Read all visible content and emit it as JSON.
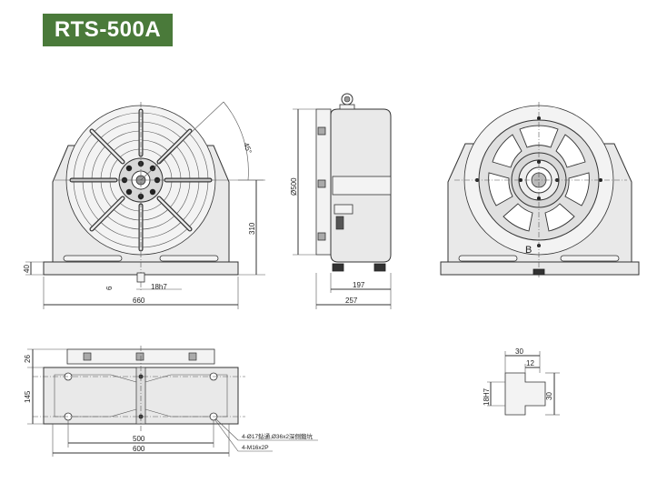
{
  "model": "RTS-500A",
  "dimensions": {
    "front_angle": "45°",
    "front_height": "310",
    "base_height": "40",
    "slot_offset": "6",
    "slot_key": "18h7",
    "overall_width": "660",
    "side_diameter": "Ø500",
    "side_depth_1": "197",
    "side_depth_2": "257",
    "rear_label": "B",
    "plan_height_1": "26",
    "plan_height_2": "145",
    "plan_width_1": "500",
    "plan_width_2": "600",
    "plan_note_1": "4-Ø17鉆通,Ø36x2深側鍛坑",
    "plan_note_2": "4-M16x2P",
    "detail_top": "30",
    "detail_inner": "12",
    "detail_key": "18H7",
    "detail_right": "30"
  }
}
